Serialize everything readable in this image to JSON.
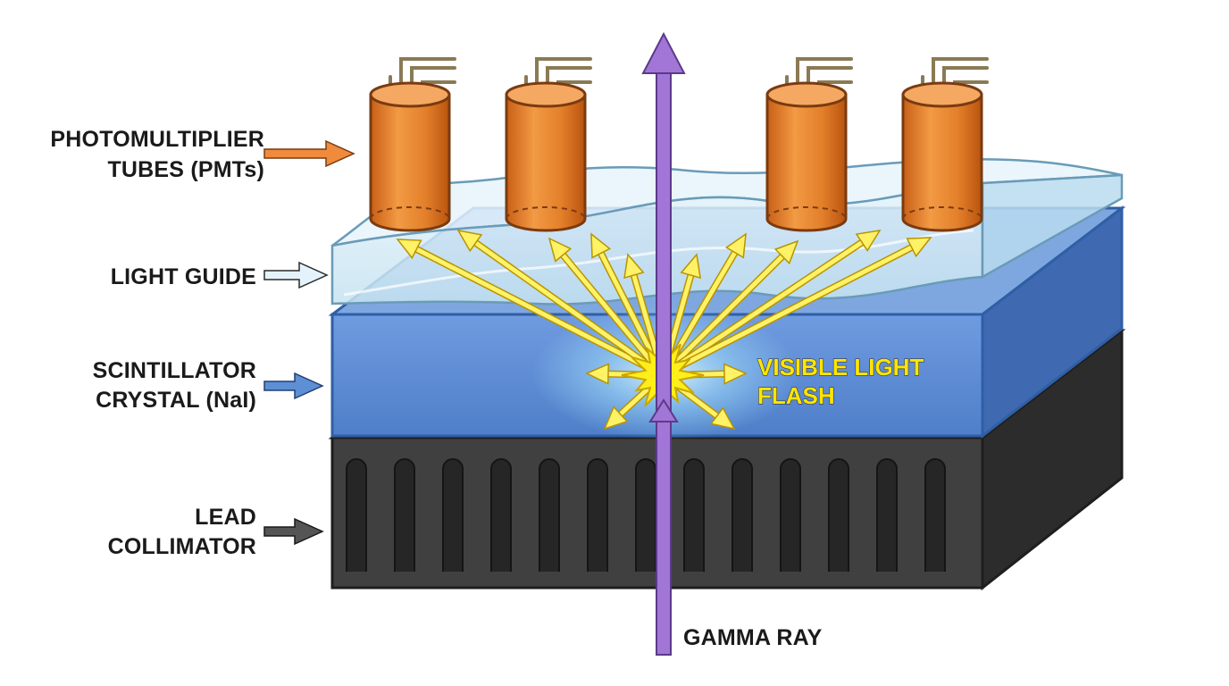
{
  "labels": {
    "pmt_line1": "PHOTOMULTIPLIER",
    "pmt_line2": "TUBES (PMTs)",
    "light_guide": "LIGHT GUIDE",
    "scint_line1": "SCINTILLATOR",
    "scint_line2": "CRYSTAL (NaI)",
    "lead_line1": "LEAD",
    "lead_line2": "COLLIMATOR",
    "flash_line1": "VISIBLE LIGHT",
    "flash_line2": "FLASH",
    "gamma": "GAMMA RAY"
  },
  "colors": {
    "pmt": "#e8832e",
    "light_guide": "#d5ecf7",
    "crystal": "#5d8fd4",
    "collimator": "#3b3b3b",
    "gamma_ray": "#9b6fcf",
    "flash": "#ffee1a"
  },
  "counts": {
    "pmt_tubes": 4
  }
}
